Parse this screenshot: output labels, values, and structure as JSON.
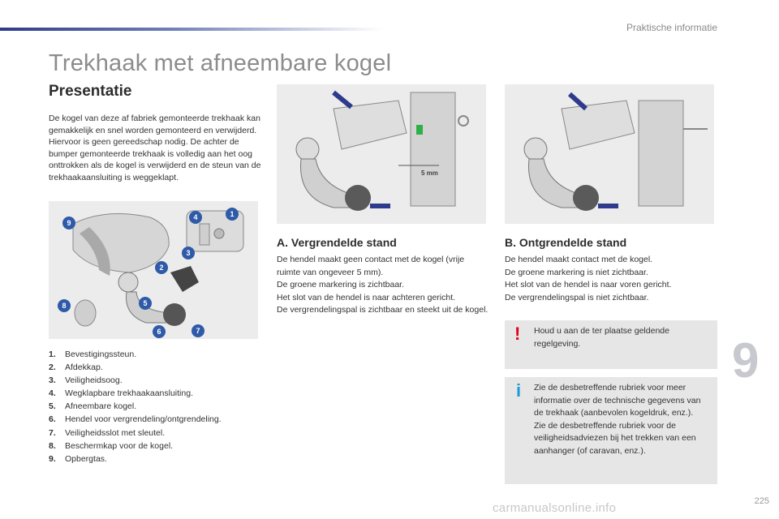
{
  "header": {
    "section": "Praktische informatie"
  },
  "page": {
    "title": "Trekhaak met afneembare kogel",
    "subtitle": "Presentatie",
    "intro": "De kogel van deze af fabriek gemonteerde trekhaak kan gemakkelijk en snel worden gemonteerd en verwijderd. Hiervoor is geen gereedschap nodig. De achter de bumper gemonteerde trekhaak is volledig aan het oog onttrokken als de kogel is verwijderd en de steun van de trekhaakaansluiting is weggeklapt."
  },
  "legend": [
    {
      "num": "1.",
      "text": "Bevestigingssteun."
    },
    {
      "num": "2.",
      "text": "Afdekkap."
    },
    {
      "num": "3.",
      "text": "Veiligheidsoog."
    },
    {
      "num": "4.",
      "text": "Wegklapbare trekhaakaansluiting."
    },
    {
      "num": "5.",
      "text": "Afneembare kogel."
    },
    {
      "num": "6.",
      "text": "Hendel voor vergrendeling/ontgrendeling."
    },
    {
      "num": "7.",
      "text": "Veiligheidsslot met sleutel."
    },
    {
      "num": "8.",
      "text": "Beschermkap voor de kogel."
    },
    {
      "num": "9.",
      "text": "Opbergtas."
    }
  ],
  "figure_labels": {
    "gap": "5 mm"
  },
  "section_a": {
    "heading": "A. Vergrendelde stand",
    "body": "De hendel maakt geen contact met de kogel (vrije ruimte van ongeveer 5 mm).\nDe groene markering is zichtbaar.\nHet slot van de hendel is naar achteren gericht.\nDe vergrendelingspal is zichtbaar en steekt uit de kogel."
  },
  "section_b": {
    "heading": "B. Ontgrendelde stand",
    "body": "De hendel maakt contact met de kogel.\nDe groene markering is niet zichtbaar.\nHet slot van de hendel is naar voren gericht.\nDe vergrendelingspal is niet zichtbaar."
  },
  "notes": {
    "warning_icon": "!",
    "warning": "Houd u aan de ter plaatse geldende regelgeving.",
    "info_icon": "i",
    "info": "Zie de desbetreffende rubriek voor meer informatie over de technische gegevens van de trekhaak (aanbevolen kogeldruk, enz.).\nZie de desbetreffende rubriek voor de veiligheidsadviezen bij het trekken van een aanhanger (of caravan, enz.)."
  },
  "chapter": "9",
  "page_number": "225",
  "watermark": "carmanualsonline.info",
  "colors": {
    "accent": "#2e3a8c",
    "warning": "#e2001a",
    "info": "#1e9ad6",
    "marker_green": "#2fae4a"
  }
}
